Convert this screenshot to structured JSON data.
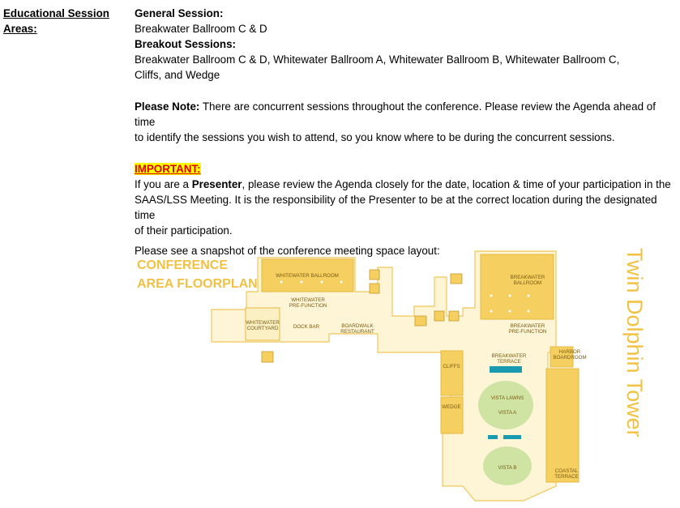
{
  "left": {
    "label_line1": "Educational Session",
    "label_line2": "Areas:"
  },
  "general": {
    "heading": "General Session:",
    "location": "Breakwater Ballroom C & D"
  },
  "breakout": {
    "heading": "Breakout Sessions:",
    "line1": "Breakwater Ballroom C & D, Whitewater Ballroom A, Whitewater Ballroom B, Whitewater Ballroom C,",
    "line2": "Cliffs, and Wedge"
  },
  "note": {
    "label": "Please Note:",
    "line1": " There are concurrent sessions throughout the conference. Please review the Agenda ahead of time",
    "line2": "to identify the sessions you wish to attend, so you know where to be during the concurrent sessions."
  },
  "important": {
    "label": "IMPORTANT:",
    "pre": "If you are a ",
    "presenter": "Presenter",
    "line1_rest": ", please review the Agenda closely for the date, location & time of your participation in the",
    "line2": "SAAS/LSS Meeting. It is the responsibility of the Presenter to be at the correct location during the designated time",
    "line3": "of their participation."
  },
  "snapshot_text": "Please see a snapshot of the conference meeting space layout:",
  "floorplan": {
    "title_line1": "CONFERENCE",
    "title_line2": "AREA FLOORPLAN",
    "tower": "Twin Dolphin Tower",
    "rooms": {
      "whitewater_ballroom": "WHITEWATER BALLROOM",
      "whitewater_prefunction_1": "WHITEWATER",
      "whitewater_prefunction_2": "PRE-FUNCTION",
      "whitewater_courtyard_1": "WHITEWATER",
      "whitewater_courtyard_2": "COURTYARD",
      "dock_bar": "DOCK BAR",
      "boardwalk_1": "BOARDWALK",
      "boardwalk_2": "RESTAURANT",
      "breakwater_ballroom_1": "BREAKWATER",
      "breakwater_ballroom_2": "BALLROOM",
      "breakwater_prefunction_1": "BREAKWATER",
      "breakwater_prefunction_2": "PRE-FUNCTION",
      "breakwater_terrace_1": "BREAKWATER",
      "breakwater_terrace_2": "TERRACE",
      "harbor_1": "HARBOR",
      "harbor_2": "BOARDROOM",
      "cliffs": "CLIFFS",
      "wedge": "WEDGE",
      "vista_lawns": "VISTA LAWNS",
      "vista_a": "VISTA A",
      "vista_b": "VISTA B",
      "coastal_1": "COASTAL",
      "coastal_2": "TERRACE"
    }
  },
  "colors": {
    "room_yellow": "#f5d061",
    "light_yellow": "#fbf0c4",
    "title_gold": "#f3c141",
    "green": "#cfe3a3",
    "teal": "#1a9ab0"
  }
}
